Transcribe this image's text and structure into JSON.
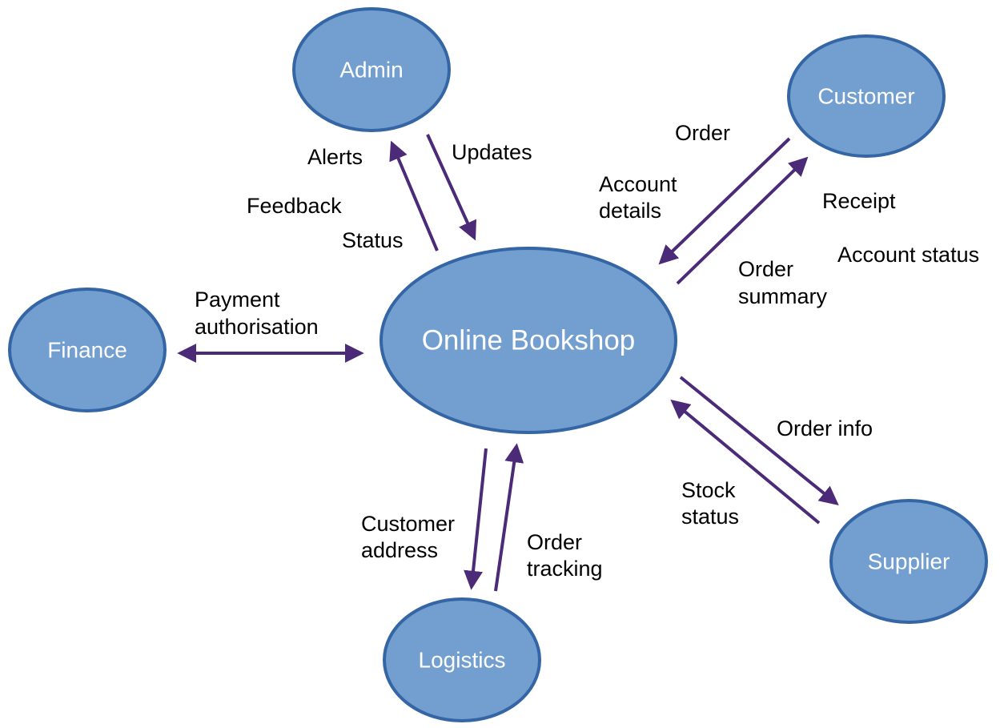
{
  "nodes": {
    "center": "Online Bookshop",
    "admin": "Admin",
    "customer": "Customer",
    "finance": "Finance",
    "logistics": "Logistics",
    "supplier": "Supplier"
  },
  "flows": {
    "admin_in": [
      "Alerts",
      "Feedback",
      "Status"
    ],
    "admin_out": [
      "Updates"
    ],
    "customer_in": [
      "Order",
      "Account",
      "details"
    ],
    "customer_out": [
      "Receipt",
      "Account status",
      "Order",
      "summary"
    ],
    "finance": [
      "Payment",
      "authorisation"
    ],
    "logistics_out": [
      "Customer",
      "address"
    ],
    "logistics_in": [
      "Order",
      "tracking"
    ],
    "supplier_out": [
      "Order info"
    ],
    "supplier_in": [
      "Stock",
      "status"
    ]
  },
  "colors": {
    "node_fill": "#729fcf",
    "node_stroke": "#3465a4",
    "arrow": "#4b2a78"
  }
}
